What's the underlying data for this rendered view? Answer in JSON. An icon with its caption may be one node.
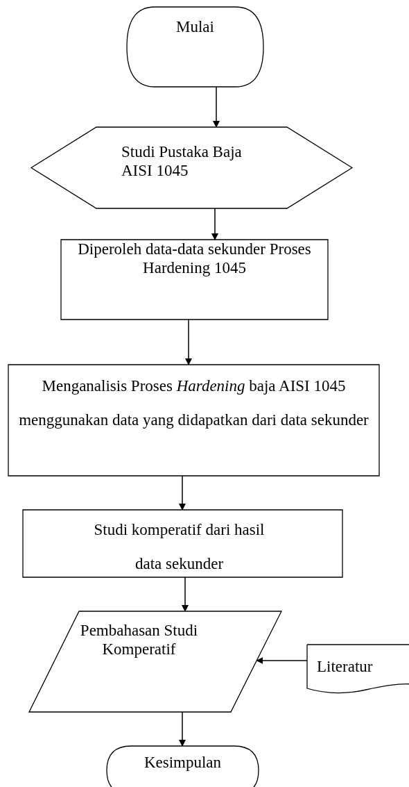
{
  "diagram": {
    "nodes": [
      {
        "text": [
          "Mulai"
        ]
      },
      {
        "text": [
          "Studi Pustaka Baja AISI 1045"
        ]
      },
      {
        "text": [
          "Diperoleh data-data sekunder Proses Hardening 1045"
        ]
      },
      {
        "text": [
          "Menganalisis Proses *Hardening* baja AISI 1045 menggunakan data yang didapatkan dari data sekunder"
        ]
      },
      {
        "text": [
          "Studi komperatif dari hasil data sekunder"
        ]
      },
      {
        "text": [
          "Pembahasan Studi Komperatif"
        ]
      },
      {
        "text": [
          "Literatur"
        ]
      },
      {
        "text": [
          "Kesimpulan"
        ]
      }
    ],
    "edges": [
      {
        "from": 0,
        "to": 1,
        "arrow": "to"
      },
      {
        "from": 1,
        "to": 2,
        "arrow": "to"
      },
      {
        "from": 2,
        "to": 3,
        "arrow": "to"
      },
      {
        "from": 3,
        "to": 4,
        "arrow": "to"
      },
      {
        "from": 4,
        "to": 5,
        "arrow": "to"
      },
      {
        "from": 6,
        "to": 5,
        "arrow": "to"
      },
      {
        "from": 5,
        "to": 7,
        "arrow": "to"
      }
    ]
  }
}
